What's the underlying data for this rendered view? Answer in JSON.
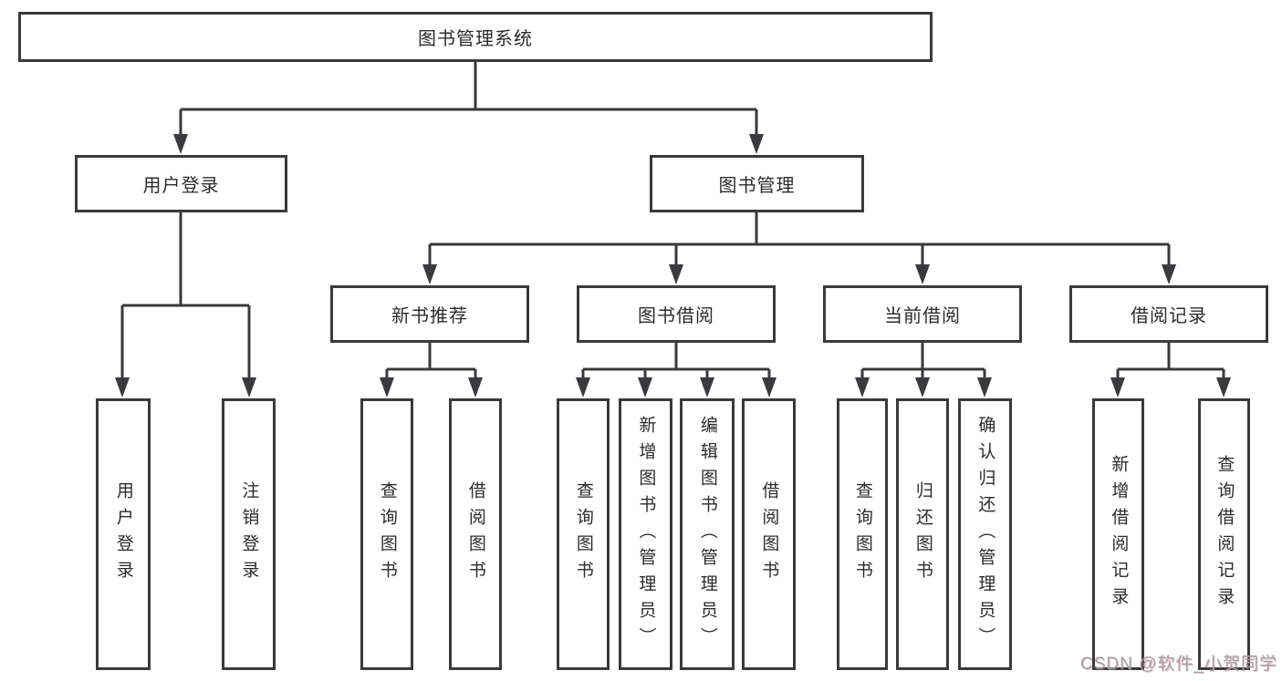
{
  "tree": {
    "root": {
      "label": "图书管理系统"
    },
    "children": [
      {
        "label": "用户登录",
        "children": [
          {
            "label": "用户登录"
          },
          {
            "label": "注销登录"
          }
        ]
      },
      {
        "label": "图书管理",
        "children": [
          {
            "label": "新书推荐",
            "children": [
              {
                "label": "查询图书"
              },
              {
                "label": "借阅图书"
              }
            ]
          },
          {
            "label": "图书借阅",
            "children": [
              {
                "label": "查询图书"
              },
              {
                "label": "新增图书（管理员）"
              },
              {
                "label": "编辑图书（管理员）"
              },
              {
                "label": "借阅图书"
              }
            ]
          },
          {
            "label": "当前借阅",
            "children": [
              {
                "label": "查询图书"
              },
              {
                "label": "归还图书"
              },
              {
                "label": "确认归还（管理员）"
              }
            ]
          },
          {
            "label": "借阅记录",
            "children": [
              {
                "label": "新增借阅记录"
              },
              {
                "label": "查询借阅记录"
              }
            ]
          }
        ]
      }
    ]
  },
  "watermark": {
    "text": "CSDN @软件_小贺同学"
  },
  "colors": {
    "line_color": "#3a3a3d",
    "text_color": "#2c2c2f",
    "box_background": "#ffffff",
    "watermark_color": "#a2a2a9",
    "page_background": "#ffffff"
  }
}
